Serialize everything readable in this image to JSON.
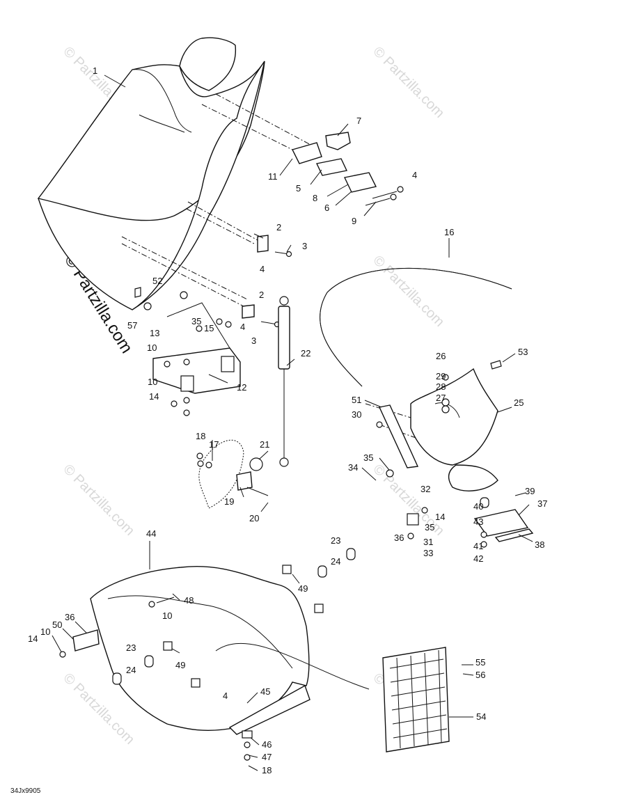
{
  "watermarks": {
    "light": "© Partzilla.com",
    "dark": "© Partzilla.com"
  },
  "reference_code": "34Jx9905",
  "callouts": {
    "c1": "1",
    "c2a": "2",
    "c2b": "2",
    "c3a": "3",
    "c3b": "3",
    "c4a": "4",
    "c4b": "4",
    "c4c": "4",
    "c4d": "4",
    "c5": "5",
    "c6": "6",
    "c7": "7",
    "c8": "8",
    "c9": "9",
    "c10a": "10",
    "c10b": "10",
    "c10c": "10",
    "c10d": "10",
    "c11": "11",
    "c12": "12",
    "c13": "13",
    "c14a": "14",
    "c14b": "14",
    "c14c": "14",
    "c15": "15",
    "c16": "16",
    "c17": "17",
    "c18a": "18",
    "c18b": "18",
    "c19": "19",
    "c20": "20",
    "c21": "21",
    "c22": "22",
    "c23a": "23",
    "c23b": "23",
    "c24a": "24",
    "c24b": "24",
    "c25": "25",
    "c26": "26",
    "c27": "27",
    "c28": "28",
    "c29": "29",
    "c30": "30",
    "c31": "31",
    "c32": "32",
    "c33": "33",
    "c34": "34",
    "c35a": "35",
    "c35b": "35",
    "c35c": "35",
    "c36a": "36",
    "c36b": "36",
    "c37": "37",
    "c38": "38",
    "c39": "39",
    "c40": "40",
    "c41": "41",
    "c42": "42",
    "c43": "43",
    "c44": "44",
    "c45": "45",
    "c46": "46",
    "c47": "47",
    "c48": "48",
    "c49a": "49",
    "c49b": "49",
    "c50": "50",
    "c51": "51",
    "c52": "52",
    "c53": "53",
    "c54": "54",
    "c55": "55",
    "c56": "56",
    "c57": "57"
  }
}
